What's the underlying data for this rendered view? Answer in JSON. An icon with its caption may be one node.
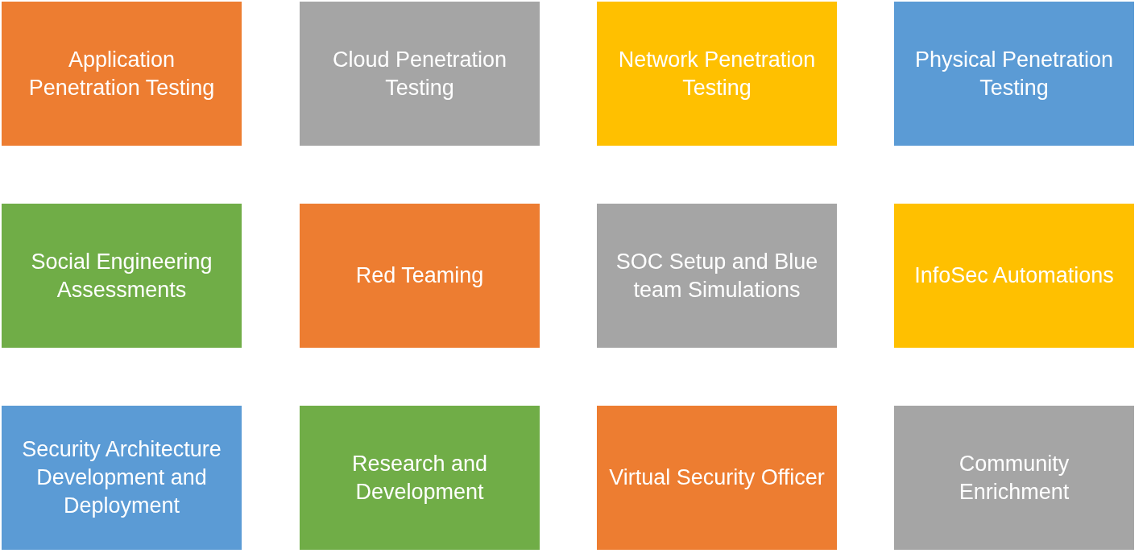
{
  "diagram": {
    "nodes": [
      {
        "text": [
          "Application Penetration Testing"
        ]
      },
      {
        "text": [
          "Cloud Penetration Testing"
        ]
      },
      {
        "text": [
          "Network Penetration Testing"
        ]
      },
      {
        "text": [
          "Physical Penetration Testing"
        ]
      },
      {
        "text": [
          "Social Engineering Assessments"
        ]
      },
      {
        "text": [
          "Red Teaming"
        ]
      },
      {
        "text": [
          "SOC Setup and Blue team Simulations"
        ]
      },
      {
        "text": [
          "InfoSec Automations"
        ]
      },
      {
        "text": [
          "Security Architecture Development and Deployment"
        ]
      },
      {
        "text": [
          "Research and Development"
        ]
      },
      {
        "text": [
          "Virtual Security Officer"
        ]
      },
      {
        "text": [
          "Community Enrichment"
        ]
      }
    ]
  }
}
